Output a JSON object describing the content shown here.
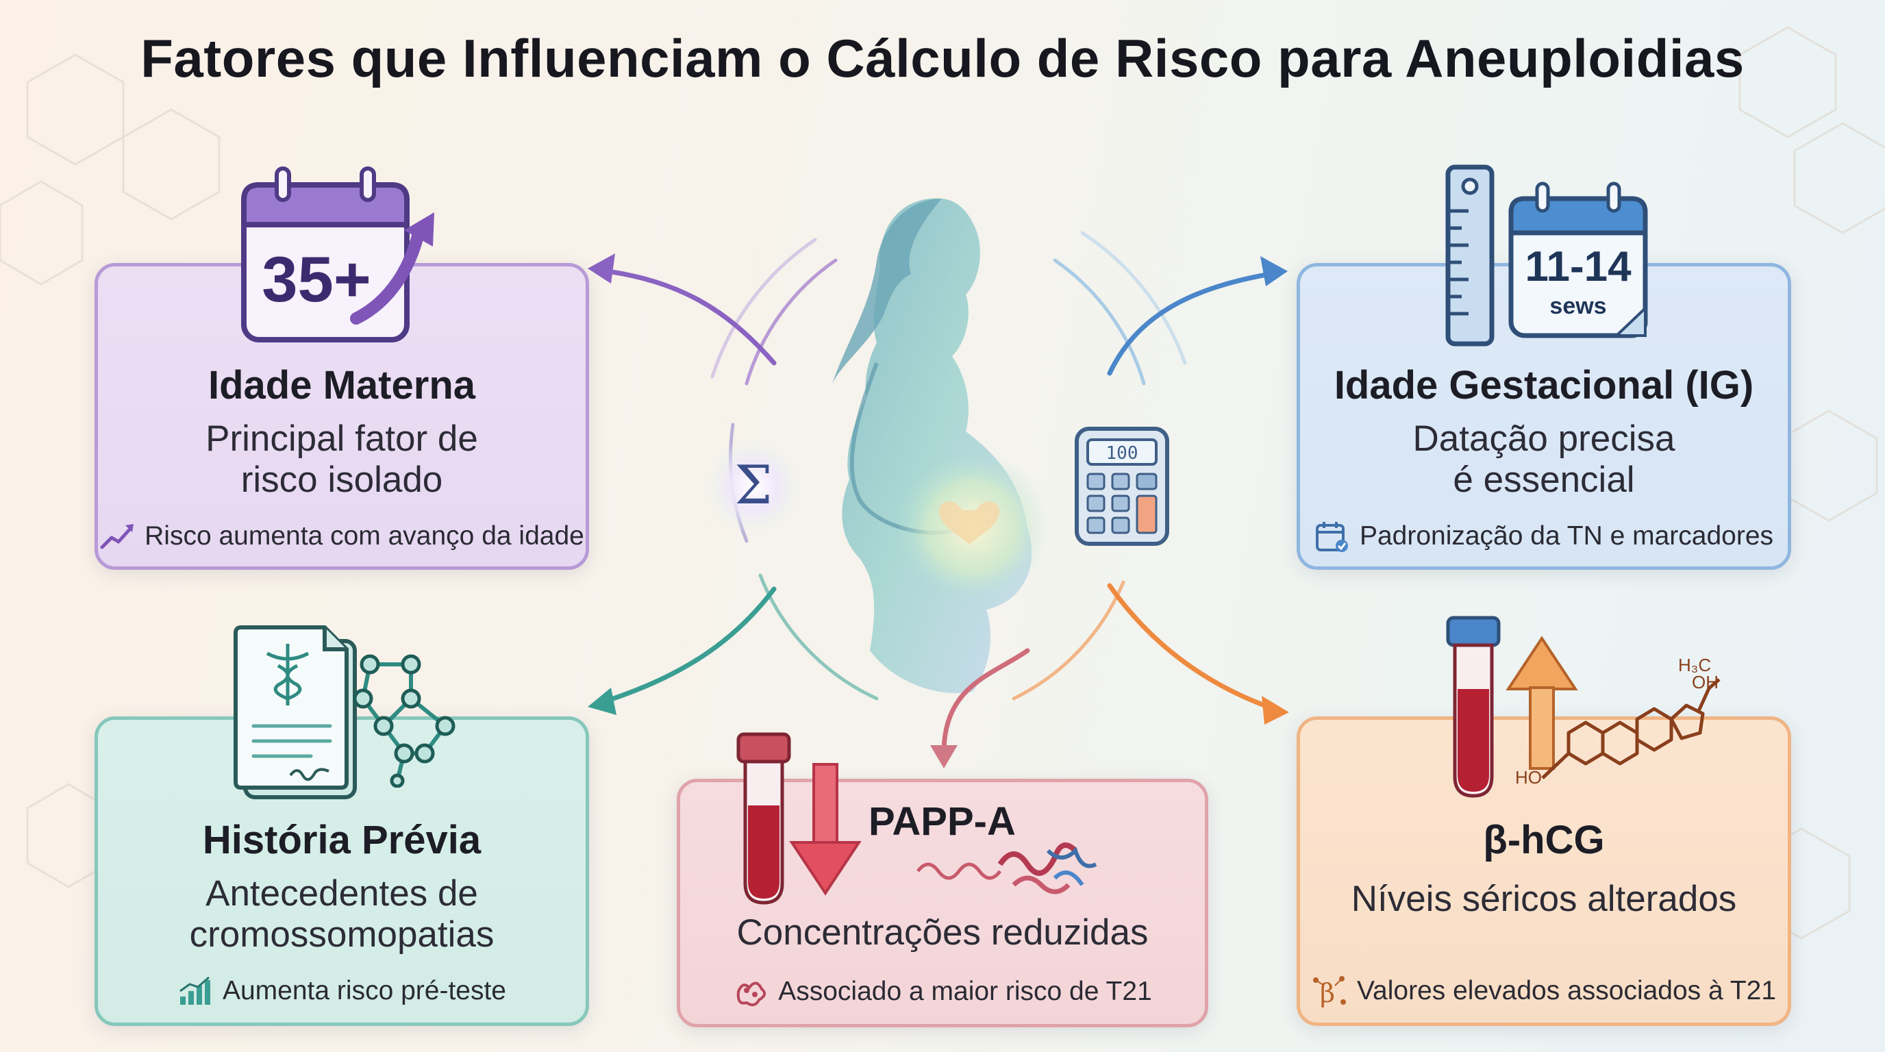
{
  "title": "Fatores que Influenciam o Cálculo de Risco para Aneuploidias",
  "cards": {
    "materna": {
      "title": "Idade Materna",
      "desc_line1": "Principal fator de",
      "desc_line2": "risco isolado",
      "foot": "Risco aumenta com avanço da idade",
      "icon_text": "35+"
    },
    "gestacional": {
      "title": "Idade Gestacional (IG)",
      "desc_line1": "Datação precisa",
      "desc_line2": "é essencial",
      "foot": "Padronização da TN e marcadores",
      "icon_text": "11-14",
      "icon_subtext": "sews"
    },
    "historia": {
      "title": "História Prévia",
      "desc_line1": "Antecedentes de",
      "desc_line2": "cromossomopatias",
      "foot": "Aumenta risco pré-teste"
    },
    "pappa": {
      "title": "PAPP-A",
      "desc": "Concentrações reduzidas",
      "foot": "Associado a maior risco de T21"
    },
    "bhcg": {
      "title": "β-hCG",
      "desc": "Níveis séricos alterados",
      "foot": "Valores elevados associados à T21",
      "mol_h3c": "H₃C",
      "mol_oh": "OH",
      "mol_ho": "HO"
    }
  },
  "center": {
    "sigma": "Σ",
    "calculator_display": "100"
  },
  "colors": {
    "purple": "#7f55b8",
    "blue": "#4a86c9",
    "teal": "#3a9e93",
    "red": "#cf5d6b",
    "orange": "#ee8a3f"
  }
}
